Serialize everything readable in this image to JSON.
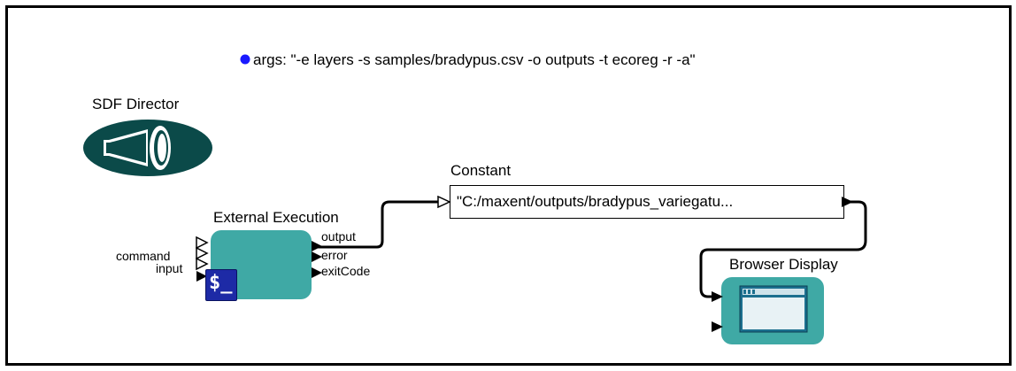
{
  "parameter": {
    "text": "args: \"-e layers -s samples/bradypus.csv -o outputs -t ecoreg -r -a\"",
    "bullet_color": "#1a1aff"
  },
  "director": {
    "label": "SDF Director",
    "color": "#0b4a49"
  },
  "external_execution": {
    "label": "External Execution",
    "color": "#3fa9a5",
    "icon": "terminal-icon",
    "icon_text": "$_",
    "input_ports": [
      "command",
      "input"
    ],
    "output_ports": [
      "output",
      "error",
      "exitCode"
    ]
  },
  "constant": {
    "label": "Constant",
    "value": "\"C:/maxent/outputs/bradypus_variegatu..."
  },
  "browser_display": {
    "label": "Browser Display",
    "color": "#3fa9a5",
    "icon": "browser-window-icon"
  },
  "connections": [
    {
      "from": "External Execution.output",
      "to": "Constant.trigger"
    },
    {
      "from": "Constant.output",
      "to": "Browser Display.input"
    }
  ]
}
